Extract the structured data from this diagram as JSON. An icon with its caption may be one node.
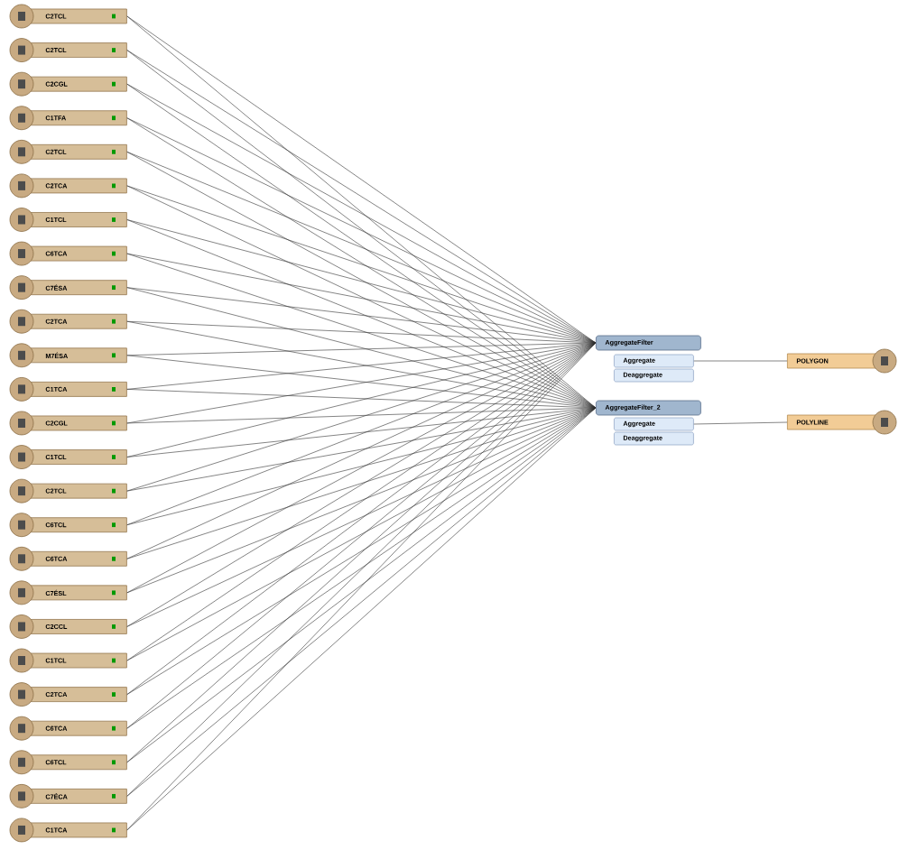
{
  "diagram": {
    "nodes": [
      {
        "text": [
          "C2TCL"
        ]
      },
      {
        "text": [
          "C2TCL"
        ]
      },
      {
        "text": [
          "C2CGL"
        ]
      },
      {
        "text": [
          "C1TFA"
        ]
      },
      {
        "text": [
          "C2TCL"
        ]
      },
      {
        "text": [
          "C2TCA"
        ]
      },
      {
        "text": [
          "C1TCL"
        ]
      },
      {
        "text": [
          "C6TCA"
        ]
      },
      {
        "text": [
          "C7ÉSA"
        ]
      },
      {
        "text": [
          "C2TCA"
        ]
      },
      {
        "text": [
          "M7ÉSA"
        ]
      },
      {
        "text": [
          "C1TCA"
        ]
      },
      {
        "text": [
          "C2CGL"
        ]
      },
      {
        "text": [
          "C1TCL"
        ]
      },
      {
        "text": [
          "C2TCL"
        ]
      },
      {
        "text": [
          "C6TCL"
        ]
      },
      {
        "text": [
          "C6TCA"
        ]
      },
      {
        "text": [
          "C7ÉSL"
        ]
      },
      {
        "text": [
          "C2CCL"
        ]
      },
      {
        "text": [
          "C1TCL"
        ]
      },
      {
        "text": [
          "C2TCA"
        ]
      },
      {
        "text": [
          "C6TCA"
        ]
      },
      {
        "text": [
          "C6TCL"
        ]
      },
      {
        "text": [
          "C7ÉCA"
        ]
      },
      {
        "text": [
          "C1TCA"
        ]
      },
      {
        "text": [
          "AggregateFilter"
        ]
      },
      {
        "text": [
          "Aggregate"
        ]
      },
      {
        "text": [
          "Deaggregate"
        ]
      },
      {
        "text": [
          "POLYGON"
        ]
      },
      {
        "text": [
          "AggregateFilter_2"
        ]
      },
      {
        "text": [
          "Aggregate"
        ]
      },
      {
        "text": [
          "Deaggregate"
        ]
      },
      {
        "text": [
          "POLYLINE"
        ]
      }
    ],
    "edges": [
      {
        "from": 0,
        "to": 25,
        "arrow": "none"
      },
      {
        "from": 0,
        "to": 29,
        "arrow": "none"
      },
      {
        "from": 1,
        "to": 25,
        "arrow": "none"
      },
      {
        "from": 1,
        "to": 29,
        "arrow": "none"
      },
      {
        "from": 2,
        "to": 25,
        "arrow": "none"
      },
      {
        "from": 2,
        "to": 29,
        "arrow": "none"
      },
      {
        "from": 3,
        "to": 25,
        "arrow": "none"
      },
      {
        "from": 3,
        "to": 29,
        "arrow": "none"
      },
      {
        "from": 4,
        "to": 25,
        "arrow": "none"
      },
      {
        "from": 4,
        "to": 29,
        "arrow": "none"
      },
      {
        "from": 5,
        "to": 25,
        "arrow": "none"
      },
      {
        "from": 5,
        "to": 29,
        "arrow": "none"
      },
      {
        "from": 6,
        "to": 25,
        "arrow": "none"
      },
      {
        "from": 6,
        "to": 29,
        "arrow": "none"
      },
      {
        "from": 7,
        "to": 25,
        "arrow": "none"
      },
      {
        "from": 7,
        "to": 29,
        "arrow": "none"
      },
      {
        "from": 8,
        "to": 25,
        "arrow": "none"
      },
      {
        "from": 8,
        "to": 29,
        "arrow": "none"
      },
      {
        "from": 9,
        "to": 25,
        "arrow": "none"
      },
      {
        "from": 9,
        "to": 29,
        "arrow": "none"
      },
      {
        "from": 10,
        "to": 25,
        "arrow": "none"
      },
      {
        "from": 10,
        "to": 29,
        "arrow": "none"
      },
      {
        "from": 11,
        "to": 25,
        "arrow": "none"
      },
      {
        "from": 11,
        "to": 29,
        "arrow": "none"
      },
      {
        "from": 12,
        "to": 25,
        "arrow": "none"
      },
      {
        "from": 12,
        "to": 29,
        "arrow": "none"
      },
      {
        "from": 13,
        "to": 25,
        "arrow": "none"
      },
      {
        "from": 13,
        "to": 29,
        "arrow": "none"
      },
      {
        "from": 14,
        "to": 25,
        "arrow": "none"
      },
      {
        "from": 14,
        "to": 29,
        "arrow": "none"
      },
      {
        "from": 15,
        "to": 25,
        "arrow": "none"
      },
      {
        "from": 15,
        "to": 29,
        "arrow": "none"
      },
      {
        "from": 16,
        "to": 25,
        "arrow": "none"
      },
      {
        "from": 16,
        "to": 29,
        "arrow": "none"
      },
      {
        "from": 17,
        "to": 25,
        "arrow": "none"
      },
      {
        "from": 17,
        "to": 29,
        "arrow": "none"
      },
      {
        "from": 18,
        "to": 25,
        "arrow": "none"
      },
      {
        "from": 18,
        "to": 29,
        "arrow": "none"
      },
      {
        "from": 19,
        "to": 25,
        "arrow": "none"
      },
      {
        "from": 19,
        "to": 29,
        "arrow": "none"
      },
      {
        "from": 20,
        "to": 25,
        "arrow": "none"
      },
      {
        "from": 20,
        "to": 29,
        "arrow": "none"
      },
      {
        "from": 21,
        "to": 25,
        "arrow": "none"
      },
      {
        "from": 21,
        "to": 29,
        "arrow": "none"
      },
      {
        "from": 22,
        "to": 25,
        "arrow": "none"
      },
      {
        "from": 22,
        "to": 29,
        "arrow": "none"
      },
      {
        "from": 23,
        "to": 25,
        "arrow": "none"
      },
      {
        "from": 23,
        "to": 29,
        "arrow": "none"
      },
      {
        "from": 24,
        "to": 25,
        "arrow": "none"
      },
      {
        "from": 24,
        "to": 29,
        "arrow": "none"
      },
      {
        "from": 26,
        "to": 28,
        "arrow": "none"
      },
      {
        "from": 30,
        "to": 32,
        "arrow": "none"
      }
    ]
  }
}
